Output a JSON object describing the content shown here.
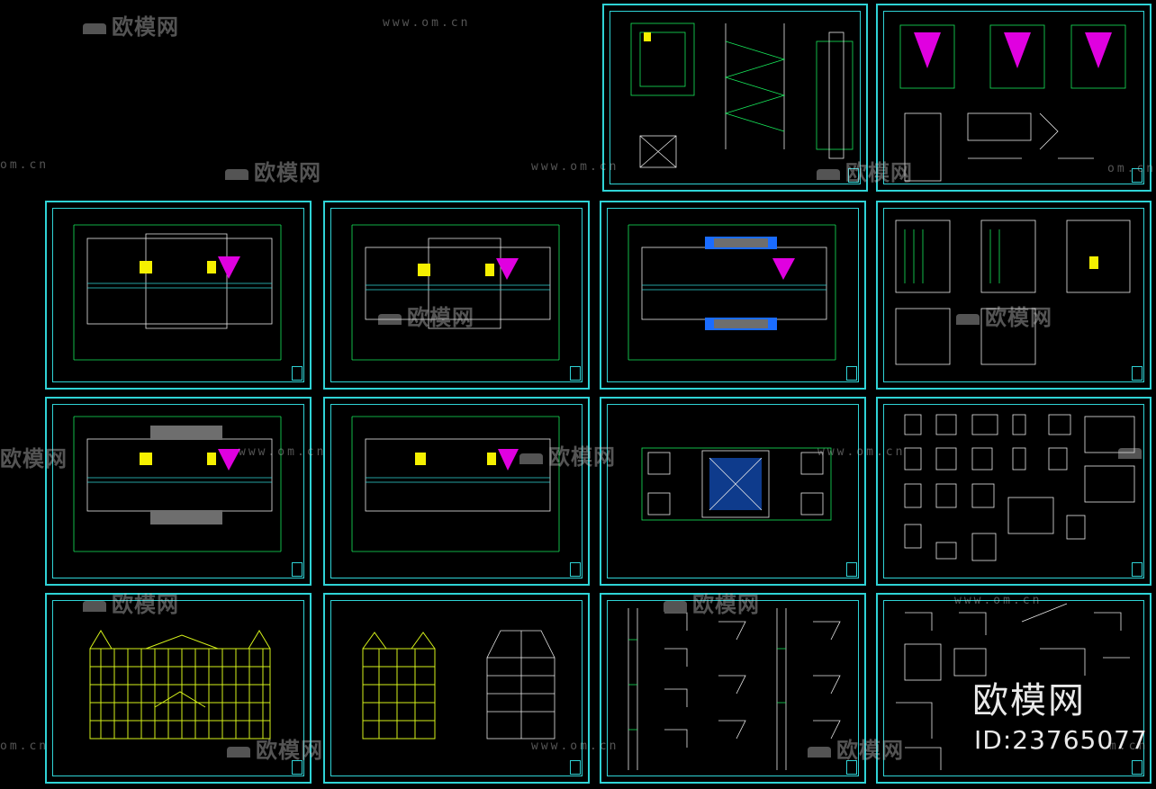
{
  "watermark": {
    "brand": "欧模网",
    "url": "www.om.cn",
    "url_short": "om.cn",
    "url_tail": "m.cn",
    "brand_big": "欧模网",
    "id_label": "ID:23765077"
  },
  "colors": {
    "background": "#000000",
    "frame": "#2fd3d6",
    "linework": "#17e85a",
    "accent_yellow": "#f5f000",
    "accent_magenta": "#e000e0",
    "accent_blue": "#1a6cff",
    "fill_gray": "#6e6e6e"
  },
  "sheets": [
    {
      "kind": "stair-details"
    },
    {
      "kind": "toilet-plans-details"
    },
    {
      "kind": "ground-floor-plan"
    },
    {
      "kind": "second-floor-plan"
    },
    {
      "kind": "third-floor-plan"
    },
    {
      "kind": "stair-plans"
    },
    {
      "kind": "fourth-floor-plan"
    },
    {
      "kind": "fifth-floor-plan"
    },
    {
      "kind": "roof-plan"
    },
    {
      "kind": "window-door-schedule"
    },
    {
      "kind": "front-elevation"
    },
    {
      "kind": "side-elevation-section"
    },
    {
      "kind": "wall-sections"
    },
    {
      "kind": "node-details"
    }
  ]
}
